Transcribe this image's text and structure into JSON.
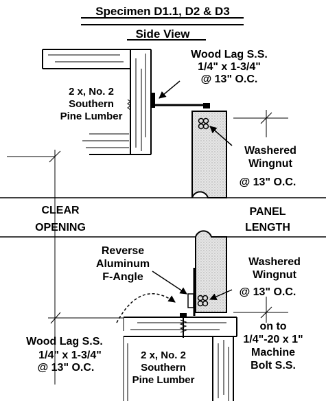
{
  "header": {
    "title": "Specimen D1.1, D2 & D3",
    "subtitle": "Side View"
  },
  "top_detail": {
    "lumber_label": [
      "2 x, No. 2",
      "Southern",
      "Pine Lumber"
    ],
    "lag_label": [
      "Wood Lag S.S.",
      "1/4\" x 1-3/4\"",
      "@ 13\" O.C."
    ],
    "wingnut_label": [
      "Washered",
      "Wingnut",
      "@ 13\" O.C."
    ]
  },
  "middle": {
    "clear_opening": [
      "CLEAR",
      "OPENING"
    ],
    "panel_length": [
      "PANEL",
      "LENGTH"
    ]
  },
  "bottom_detail": {
    "angle_label": [
      "Reverse",
      "Aluminum",
      "F-Angle"
    ],
    "wingnut_label": [
      "Washered",
      "Wingnut",
      "@ 13\" O.C."
    ],
    "lag_label": [
      "Wood Lag S.S.",
      "1/4\" x 1-3/4\"",
      "@ 13\" O.C."
    ],
    "lumber_label": [
      "2 x, No. 2",
      "Southern",
      "Pine Lumber"
    ],
    "bolt_label": [
      "on to",
      "1/4\"-20 x 1\"",
      "Machine",
      "Bolt S.S."
    ]
  }
}
